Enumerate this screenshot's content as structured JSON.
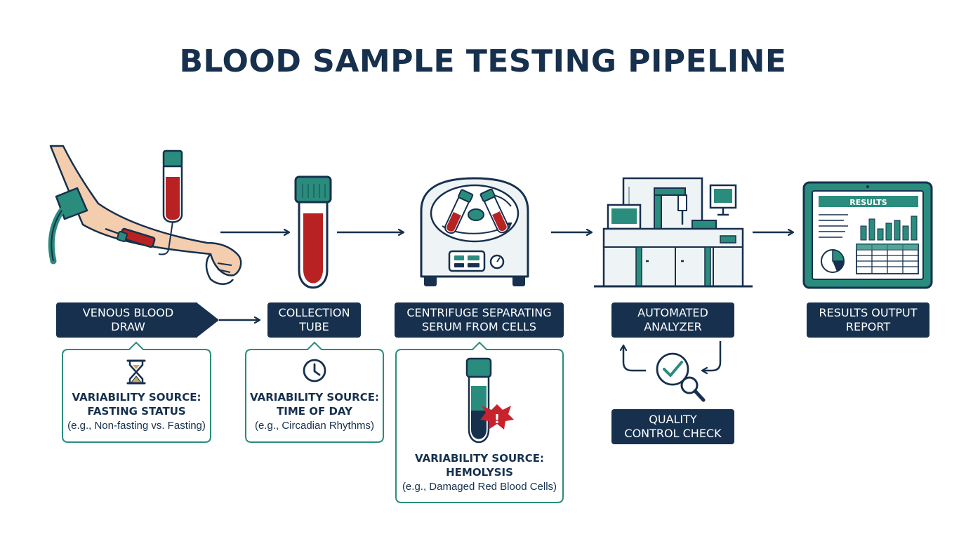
{
  "title": "BLOOD SAMPLE TESTING PIPELINE",
  "colors": {
    "navy": "#16304d",
    "teal": "#2a8c7c",
    "blood": "#b82222",
    "alert": "#c8232c",
    "light": "#eef3f5"
  },
  "steps": [
    {
      "label": "VENOUS BLOOD DRAW",
      "icon": "arm-venipuncture-icon"
    },
    {
      "label": "COLLECTION\nTUBE",
      "icon": "collection-tube-icon"
    },
    {
      "label": "CENTRIFUGE SEPARATING\nSERUM FROM CELLS",
      "icon": "centrifuge-icon"
    },
    {
      "label": "AUTOMATED\nANALYZER",
      "icon": "automated-analyzer-icon"
    },
    {
      "label": "RESULTS OUTPUT\nREPORT",
      "icon": "results-monitor-icon",
      "screen_title": "RESULTS"
    }
  ],
  "variability": [
    {
      "heading": "VARIABILITY SOURCE:\nFASTING STATUS",
      "example": "(e.g., Non-fasting vs. Fasting)",
      "icon": "hourglass-icon"
    },
    {
      "heading": "VARIABILITY SOURCE:\nTIME OF DAY",
      "example": "(e.g., Circadian Rhythms)",
      "icon": "clock-icon"
    },
    {
      "heading": "VARIABILITY SOURCE:\nHEMOLYSIS",
      "example": "(e.g., Damaged Red Blood Cells)",
      "icon": "hemolyzed-tube-icon"
    }
  ],
  "quality_check": {
    "label": "QUALITY\nCONTROL CHECK",
    "icon": "check-magnifier-icon"
  }
}
